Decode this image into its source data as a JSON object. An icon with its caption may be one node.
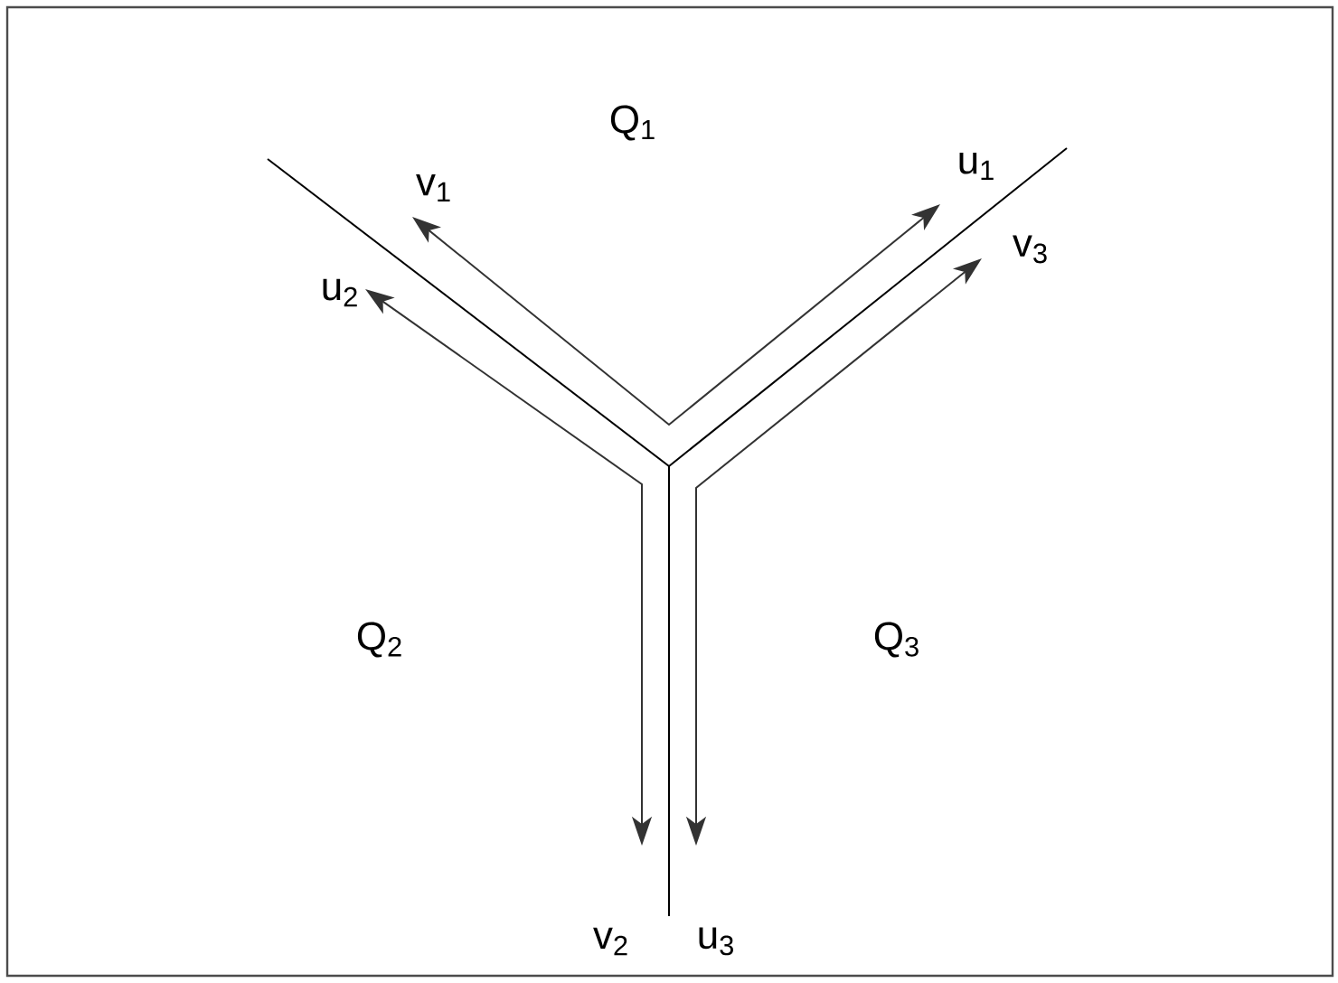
{
  "diagram": {
    "labels": [
      "Q$_{1}$",
      "v$_{1}$",
      "u$_{1}$",
      "v$_{3}$",
      "u$_{2}$",
      "Q$_{2}$",
      "Q$_{3}$",
      "v$_{2}$",
      "u$_{3}$"
    ]
  }
}
